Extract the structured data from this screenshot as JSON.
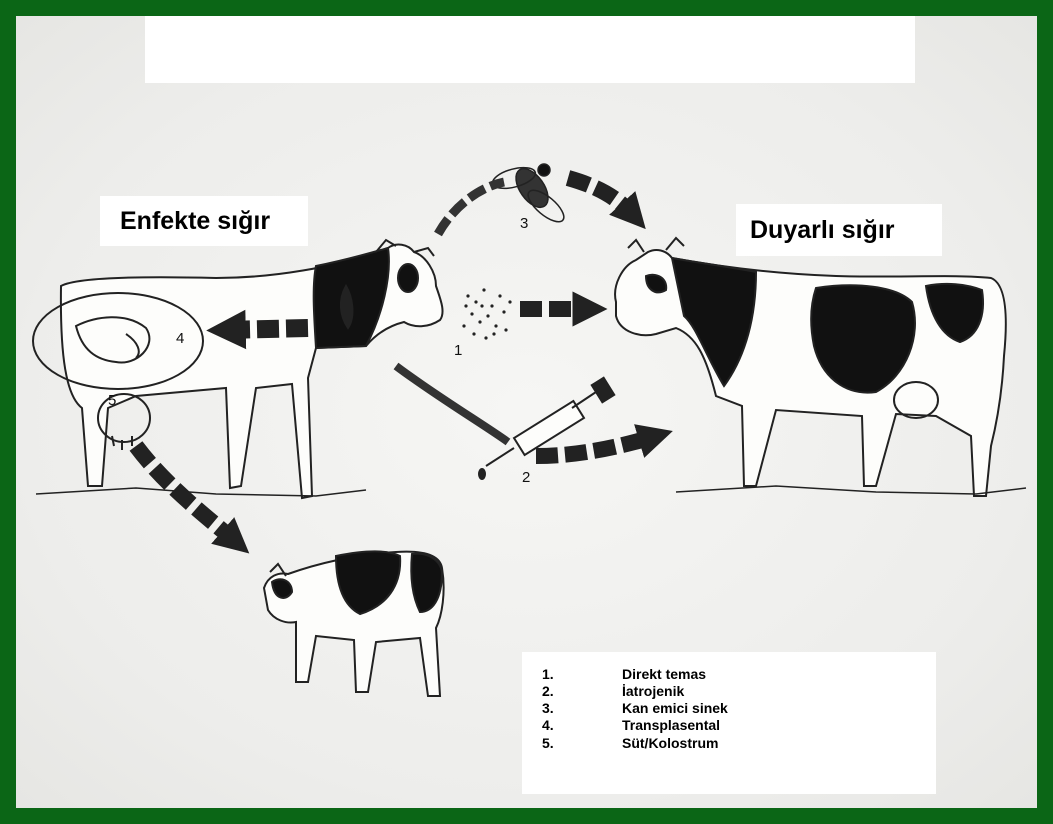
{
  "colors": {
    "frame": "#0b6616",
    "ink": "#111111",
    "paper": "#efefed"
  },
  "title": "",
  "labels": {
    "infected": "Enfekte sığır",
    "susceptible": "Duyarlı sığır"
  },
  "route_markers": [
    "1",
    "2",
    "3",
    "4",
    "5"
  ],
  "legend": [
    {
      "num": "1.",
      "text": "Direkt temas"
    },
    {
      "num": "2.",
      "text": "İatrojenik"
    },
    {
      "num": "3.",
      "text": "Kan emici sinek"
    },
    {
      "num": "4.",
      "text": "Transplasental"
    },
    {
      "num": "5.",
      "text": "Süt/Kolostrum"
    }
  ]
}
